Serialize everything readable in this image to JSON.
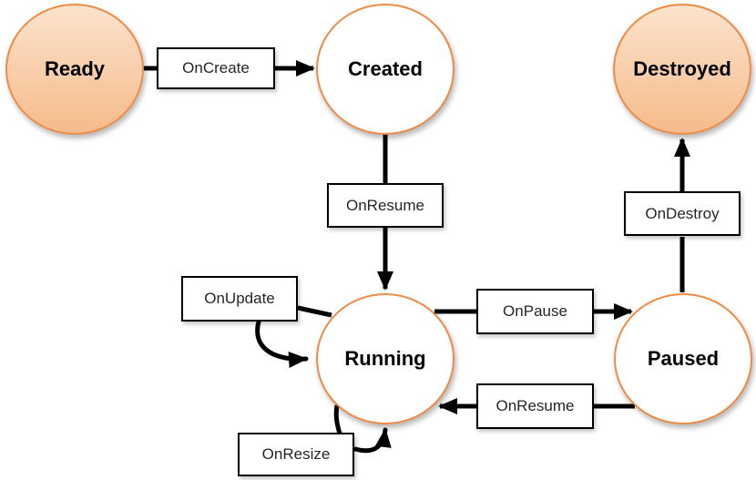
{
  "colors": {
    "background": "#ffffff",
    "connector": "#000000",
    "node_stroke": "#ec8c48",
    "node_fill_top": "#fce3cd",
    "node_fill_bottom": "#f5bb8b",
    "node_fill_plain": "#ffffff",
    "box_fill": "#ffffff",
    "box_border": "#000000",
    "state_text": "#000000",
    "event_text": "#262626"
  },
  "diagram": {
    "type": "state-diagram",
    "states": [
      {
        "label": "Ready",
        "emphasized": true
      },
      {
        "label": "Created",
        "emphasized": false
      },
      {
        "label": "Destroyed",
        "emphasized": true
      },
      {
        "label": "Running",
        "emphasized": false
      },
      {
        "label": "Paused",
        "emphasized": false
      }
    ],
    "transitions": [
      {
        "label": "OnCreate",
        "from": "Ready",
        "to": "Created"
      },
      {
        "label": "OnResume",
        "from": "Created",
        "to": "Running"
      },
      {
        "label": "OnDestroy",
        "from": "Paused",
        "to": "Destroyed"
      },
      {
        "label": "OnUpdate",
        "from": "Running",
        "to": "Running"
      },
      {
        "label": "OnPause",
        "from": "Running",
        "to": "Paused"
      },
      {
        "label": "OnResume",
        "from": "Paused",
        "to": "Running"
      },
      {
        "label": "OnResize",
        "from": "Running",
        "to": "Running"
      }
    ]
  }
}
